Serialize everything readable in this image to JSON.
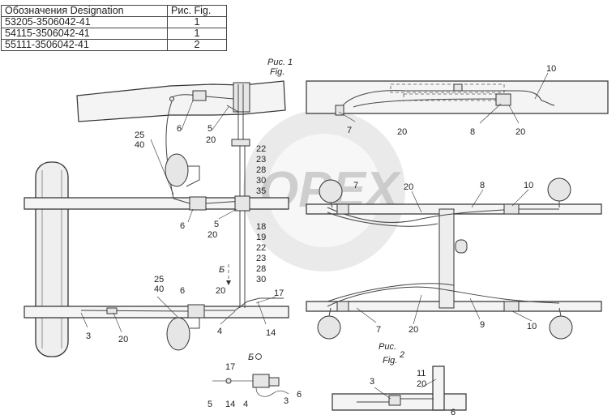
{
  "table": {
    "header": {
      "designation": "Обозначения Designation",
      "figure": "Рис. Fig."
    },
    "rows": [
      {
        "designation": "53205-3506042-41",
        "figure": "1"
      },
      {
        "designation": "54115-3506042-41",
        "figure": "1"
      },
      {
        "designation": "55111-3506042-41",
        "figure": "2"
      }
    ]
  },
  "figure1": {
    "ru": "Рис.",
    "number": "1",
    "en": "Fig."
  },
  "figure2": {
    "ru": "Рис.",
    "number": "2",
    "en": "Fig."
  },
  "view_b_label": "Б",
  "view_b_title": "Б",
  "watermark": "OPEX",
  "callouts": {
    "c25a": "25",
    "c40a": "40",
    "c6a": "6",
    "c5a": "5",
    "c20a": "20",
    "c22a": "22",
    "c23a": "23",
    "c28a": "28",
    "c30a": "30",
    "c35a": "35",
    "c6b": "6",
    "c5b": "5",
    "c20b": "20",
    "c18": "18",
    "c19": "19",
    "c22b": "22",
    "c23b": "23",
    "c28b": "28",
    "c30b": "30",
    "c20c": "20",
    "c17a": "17",
    "c25b": "25",
    "c40b": "40",
    "c6c": "6",
    "c3a": "3",
    "c20d": "20",
    "c4a": "4",
    "c14a": "14",
    "c10a": "10",
    "c7a": "7",
    "c20e": "20",
    "c8a": "8",
    "c20f": "20",
    "c7b": "7",
    "c20g": "20",
    "c8b": "8",
    "c10b": "10",
    "c7c": "7",
    "c20h": "20",
    "c9": "9",
    "c10c": "10",
    "c17b": "17",
    "c5c": "5",
    "c14b": "14",
    "c4b": "4",
    "c3b": "3",
    "c6d": "6",
    "c3c": "3",
    "c11": "11",
    "c20i": "20",
    "c6e": "6"
  }
}
